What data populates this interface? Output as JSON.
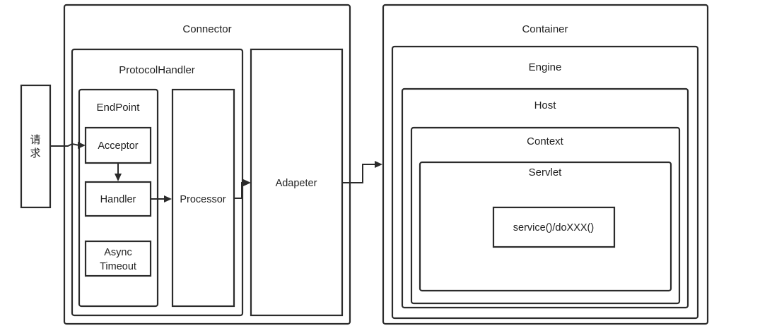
{
  "request": {
    "line1": "请",
    "line2": "求"
  },
  "connector": {
    "title": "Connector",
    "protocol_handler": {
      "title": "ProtocolHandler",
      "endpoint": {
        "title": "EndPoint",
        "acceptor": "Acceptor",
        "handler": "Handler",
        "async_timeout": {
          "line1": "Async",
          "line2": "Timeout"
        }
      },
      "processor": "Processor"
    },
    "adapter": "Adapeter"
  },
  "container": {
    "title": "Container",
    "engine": {
      "title": "Engine",
      "host": {
        "title": "Host",
        "context": {
          "title": "Context",
          "servlet": {
            "title": "Servlet",
            "method": "service()/doXXX()"
          }
        }
      }
    }
  }
}
